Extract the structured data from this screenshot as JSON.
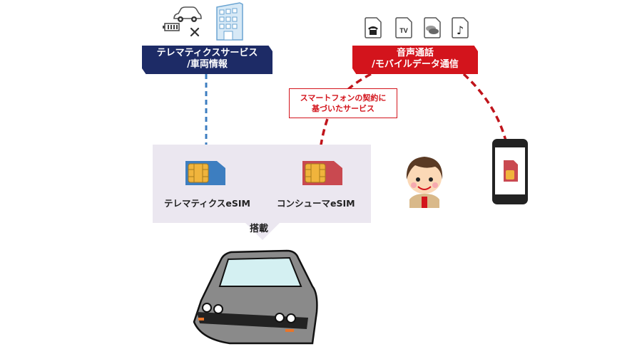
{
  "telematics": {
    "label_line1": "テレマティクスサービス",
    "label_line2": "/車両情報",
    "color": "#1d2b66",
    "icons": [
      "car-icon",
      "battery-icon",
      "wrench-icon",
      "building-icon"
    ]
  },
  "consumer": {
    "label_line1": "音声通話",
    "label_line2": "/モバイルデータ通信",
    "color": "#d3141c",
    "icons": [
      "telephone-file-icon",
      "tv-file-icon",
      "chat-file-icon",
      "music-file-icon"
    ],
    "tv_text": "TV",
    "music_glyph": "♪"
  },
  "callout": {
    "line1": "スマートフォンの契約に",
    "line2": "基づいたサービス"
  },
  "panel": {
    "telematics_esim": "テレマティクスeSIM",
    "consumer_esim": "コンシューマeSIM",
    "mount_label": "搭載"
  },
  "colors": {
    "blue_sim": "#3d7ec0",
    "red_sim": "#c94950",
    "chip": "#f0b43c",
    "panel": "#ebe7f0"
  }
}
